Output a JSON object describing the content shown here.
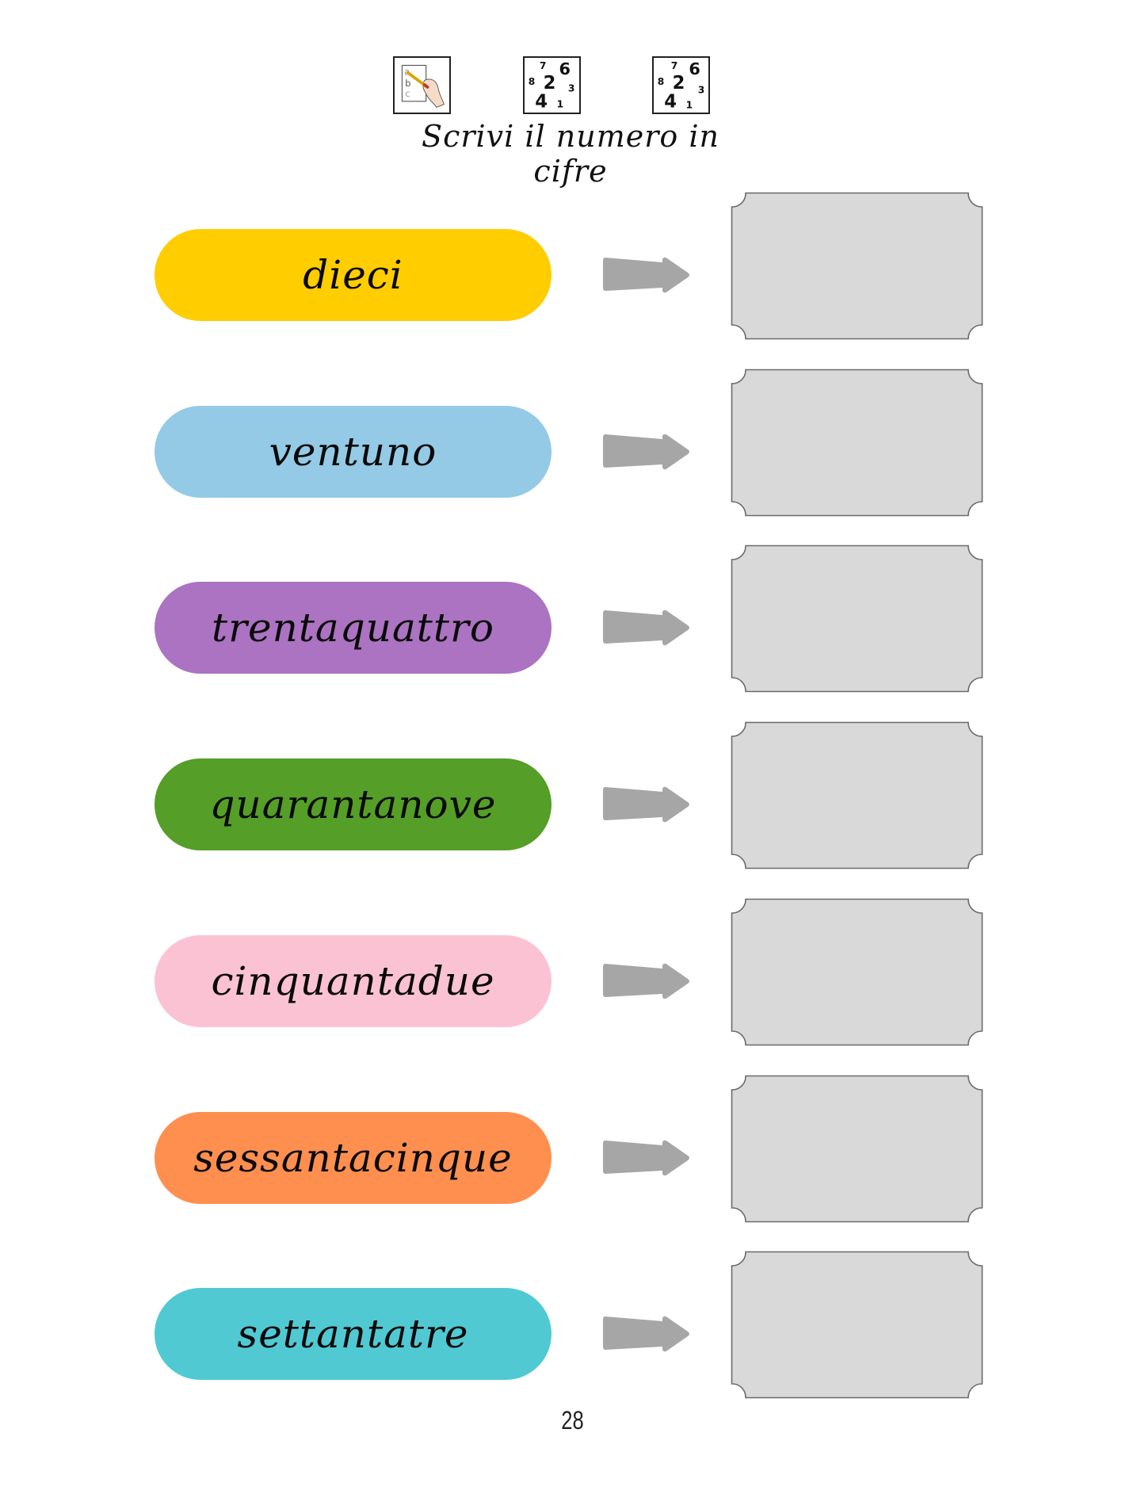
{
  "header": {
    "icons": [
      {
        "name": "writing-hand-icon",
        "description": "hand writing a b c with pencil"
      },
      {
        "name": "numbers-icon",
        "digits": [
          "7",
          "6",
          "8",
          "2",
          "3",
          "4",
          "1"
        ]
      },
      {
        "name": "numbers-icon",
        "digits": [
          "7",
          "6",
          "8",
          "2",
          "3",
          "4",
          "1"
        ]
      }
    ],
    "instruction": "Scrivi il numero in cifre"
  },
  "exercise": {
    "rows": [
      {
        "word": "dieci",
        "color": "#FFCD00",
        "answer": ""
      },
      {
        "word": "ventuno",
        "color": "#94CAE5",
        "answer": ""
      },
      {
        "word": "trentaquattro",
        "color": "#AB73C1",
        "answer": ""
      },
      {
        "word": "quarantanove",
        "color": "#559E27",
        "answer": ""
      },
      {
        "word": "cinquantadue",
        "color": "#FBC2D3",
        "answer": ""
      },
      {
        "word": "sessantacinque",
        "color": "#FF8F4F",
        "answer": ""
      },
      {
        "word": "settantatre",
        "color": "#50C9D3",
        "answer": ""
      }
    ],
    "arrow_color": "#A6A6A6",
    "box_fill": "#D9D9D9",
    "box_stroke": "#6B6B6B"
  },
  "footer": {
    "page_number": "28"
  }
}
